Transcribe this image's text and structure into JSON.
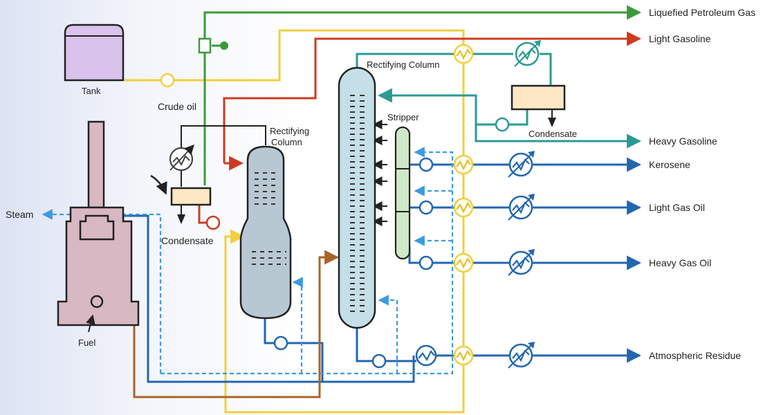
{
  "labels": {
    "tank": "Tank",
    "crude_oil": "Crude oil",
    "steam": "Steam",
    "fuel": "Fuel",
    "condensate_left": "Condensate",
    "condensate_right": "Condensate",
    "rectifying_column_small_line1": "Rectifying",
    "rectifying_column_small_line2": "Column",
    "rectifying_column_main": "Rectifying Column",
    "stripper": "Stripper"
  },
  "products": [
    {
      "key": "lpg",
      "label": "Liquefied Petroleum Gas"
    },
    {
      "key": "light_gasoline",
      "label": "Light Gasoline"
    },
    {
      "key": "heavy_gasoline",
      "label": "Heavy Gasoline"
    },
    {
      "key": "kerosene",
      "label": "Kerosene"
    },
    {
      "key": "light_gas_oil",
      "label": "Light Gas Oil"
    },
    {
      "key": "heavy_gas_oil",
      "label": "Heavy Gas Oil"
    },
    {
      "key": "atmospheric_residue",
      "label": "Atmospheric Residue"
    }
  ],
  "colors": {
    "green": "#3a9a3a",
    "yellow": "#f2cf3c",
    "red": "#cc3b20",
    "teal": "#2a9a94",
    "blue": "#2366b0",
    "light_blue": "#3c9be0",
    "brown": "#a9642a",
    "column_fill": "#c5dfe8",
    "column_small_fill": "#b8c8d2",
    "tank_fill": "#d9c2ec",
    "furnace_fill": "#d8b8c2",
    "drum_fill": "#fde7c4",
    "stripper_fill": "#cfe8c8"
  }
}
